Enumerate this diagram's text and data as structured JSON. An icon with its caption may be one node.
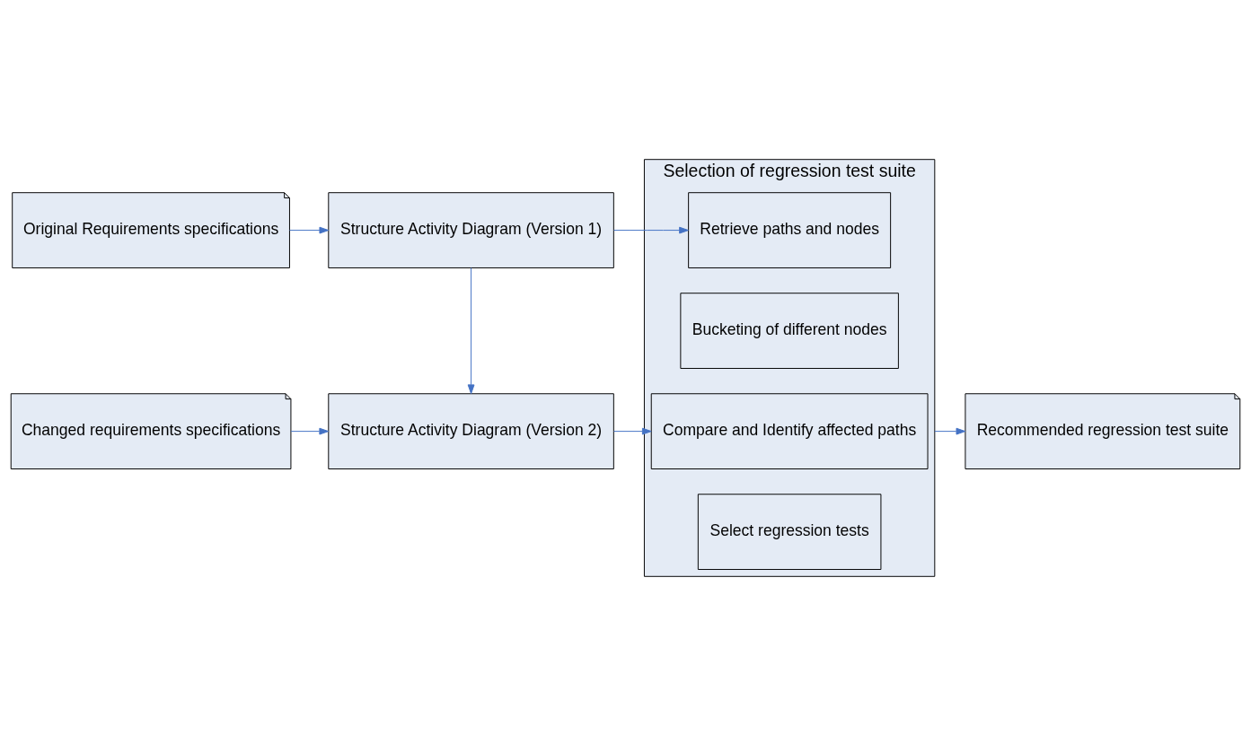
{
  "diagram": {
    "nodes": [
      {
        "text": [
          "Original Requirements specifications"
        ]
      },
      {
        "text": [
          "Structure Activity Diagram (Version 1)"
        ]
      },
      {
        "text": [
          "Changed requirements specifications"
        ]
      },
      {
        "text": [
          "Structure Activity Diagram (Version 2)"
        ]
      },
      {
        "text": [
          "Selection of regression test suite"
        ]
      },
      {
        "text": [
          "Retrieve paths and nodes"
        ],
        "in": 4
      },
      {
        "text": [
          "Bucketing of different nodes"
        ],
        "in": 4
      },
      {
        "text": [
          "Compare and Identify affected paths"
        ],
        "in": 4
      },
      {
        "text": [
          "Select regression tests"
        ],
        "in": 4
      },
      {
        "text": [
          "Recommended regression test suite"
        ]
      }
    ],
    "edges": [
      {
        "from": 0,
        "to": 1,
        "arrow": "to"
      },
      {
        "from": 1,
        "to": 5,
        "arrow": "to"
      },
      {
        "from": 1,
        "to": 3,
        "arrow": "to"
      },
      {
        "from": 2,
        "to": 3,
        "arrow": "to"
      },
      {
        "from": 3,
        "to": 7,
        "arrow": "to"
      },
      {
        "from": 4,
        "to": 9,
        "arrow": "to"
      }
    ]
  }
}
